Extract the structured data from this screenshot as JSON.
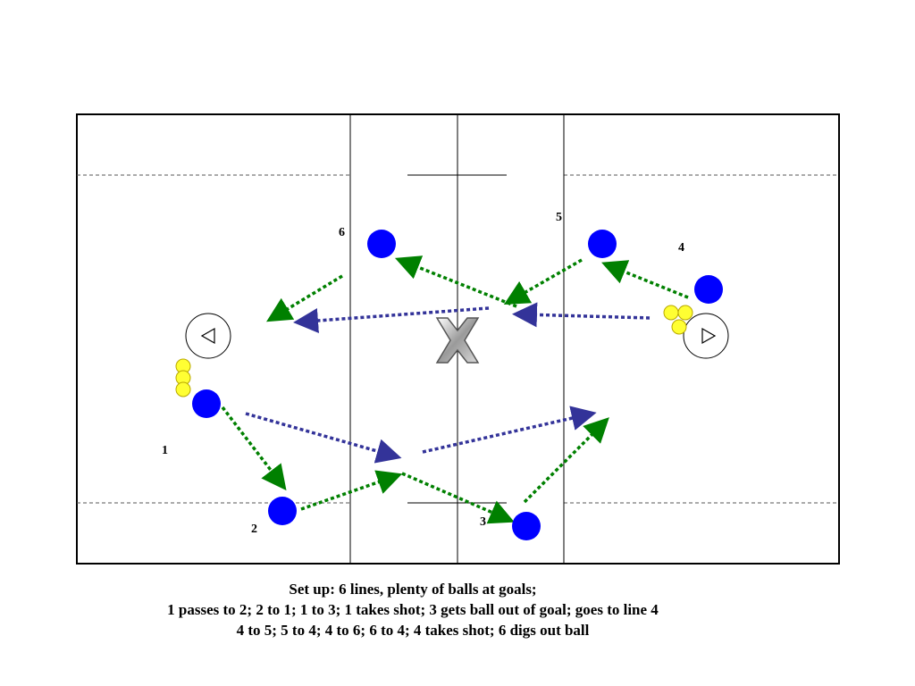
{
  "diagram": {
    "players": [
      {
        "label": "1"
      },
      {
        "label": "2"
      },
      {
        "label": "3"
      },
      {
        "label": "4"
      },
      {
        "label": "5"
      },
      {
        "label": "6"
      }
    ],
    "caption_lines": [
      "Set up: 6 lines, plenty of balls at goals;",
      "1 passes to 2; 2 to 1; 1 to 3; 1 takes shot; 3 gets ball out of goal; goes to line 4",
      "4 to 5; 5 to 4; 4 to 6; 6 to 4; 4 takes shot; 6 digs out ball"
    ],
    "colors": {
      "player": "#0000ff",
      "ball": "#ffff33",
      "pass_arrow": "#008000",
      "shot_arrow": "#333399",
      "field_line": "#000000"
    },
    "icons": [
      "goal-left-icon",
      "goal-right-icon",
      "faceoff-x-icon"
    ]
  }
}
